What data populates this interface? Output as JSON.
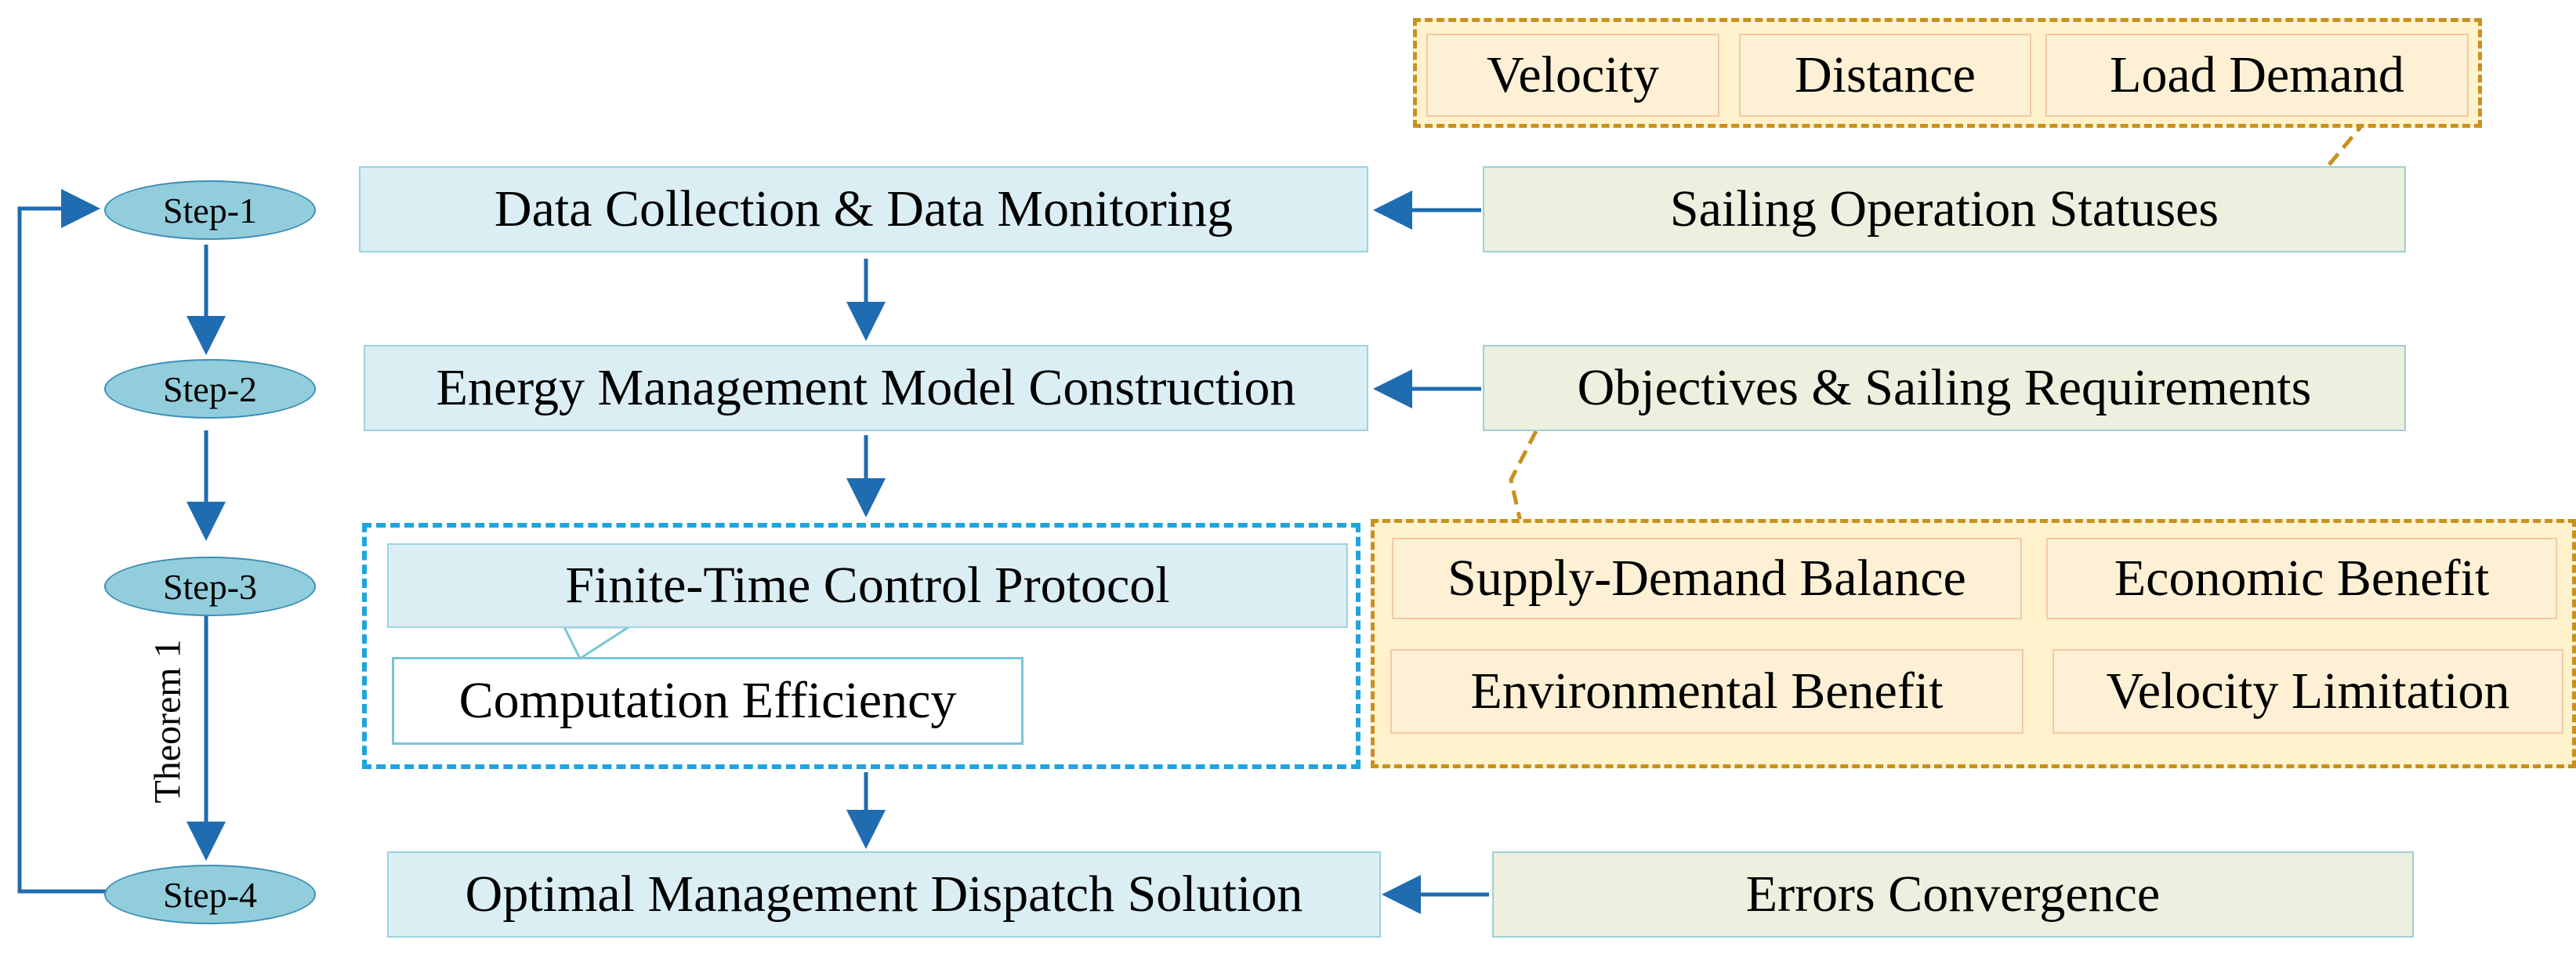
{
  "steps": [
    "Step-1",
    "Step-2",
    "Step-3",
    "Step-4"
  ],
  "theorem_label": "Theorem 1",
  "process": {
    "data_collection": "Data Collection & Data Monitoring",
    "model_construction": "Energy Management Model Construction",
    "control_protocol": "Finite-Time Control Protocol",
    "computation_efficiency": "Computation Efficiency",
    "dispatch_solution": "Optimal Management Dispatch Solution"
  },
  "inputs": {
    "sailing_statuses": "Sailing Operation Statuses",
    "objectives": "Objectives & Sailing Requirements",
    "errors": "Errors Convergence"
  },
  "status_items": [
    "Velocity",
    "Distance",
    "Load Demand"
  ],
  "requirement_items": [
    "Supply-Demand Balance",
    "Economic Benefit",
    "Environmental Benefit",
    "Velocity Limitation"
  ],
  "colors": {
    "arrow": "#1f6cb0",
    "step_fill": "#92cddc",
    "process_fill": "#dbeef4",
    "input_fill": "#ebf1de",
    "item_fill": "#fdf0d5",
    "dashed_blue": "#1fa4dd",
    "dashed_tan": "#c8901f"
  }
}
